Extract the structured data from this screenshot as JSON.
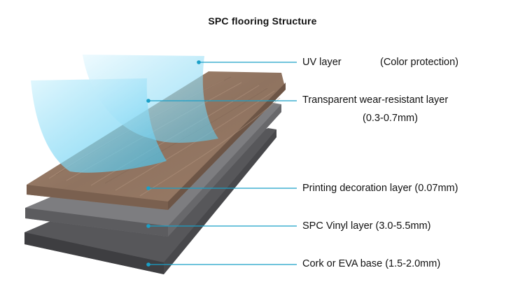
{
  "title": "SPC flooring Structure",
  "colors": {
    "leader_line": "#1aa0c8",
    "uv_film": "#7fd8f5",
    "wood_top": "#9a7b64",
    "spc_layer": "#6e6e70",
    "base_layer": "#4a4a4d"
  },
  "layers": [
    {
      "name": "UV layer",
      "note": "(Color protection)"
    },
    {
      "name": "Transparent wear-resistant layer",
      "note": "(0.3-0.7mm)"
    },
    {
      "name": "Printing decoration layer (0.07mm)"
    },
    {
      "name": "SPC Vinyl layer (3.0-5.5mm)"
    },
    {
      "name": "Cork or EVA base (1.5-2.0mm)"
    }
  ]
}
